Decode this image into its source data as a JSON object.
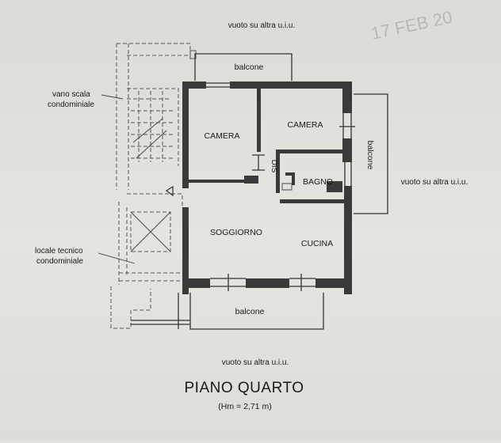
{
  "drawing": {
    "labels": {
      "top_void": "vuoto su altra u.i.u.",
      "right_void": "vuoto su altra u.i.u.",
      "bottom_void": "vuoto su altra u.i.u.",
      "balcony_top": "balcone",
      "balcony_right": "balcone",
      "balcony_bottom": "balcone",
      "stair_line1": "vano scala",
      "stair_line2": "condominiale",
      "tech_line1": "locale tecnico",
      "tech_line2": "condominiale",
      "room_camera_left": "CAMERA",
      "room_camera_right": "CAMERA",
      "room_dis": "DIS",
      "room_bagno": "BAGNO",
      "room_soggiorno": "SOGGIORNO",
      "room_cucina": "CUCINA"
    },
    "title": "PIANO QUARTO",
    "subtitle": "(Hm = 2,71 m)"
  }
}
